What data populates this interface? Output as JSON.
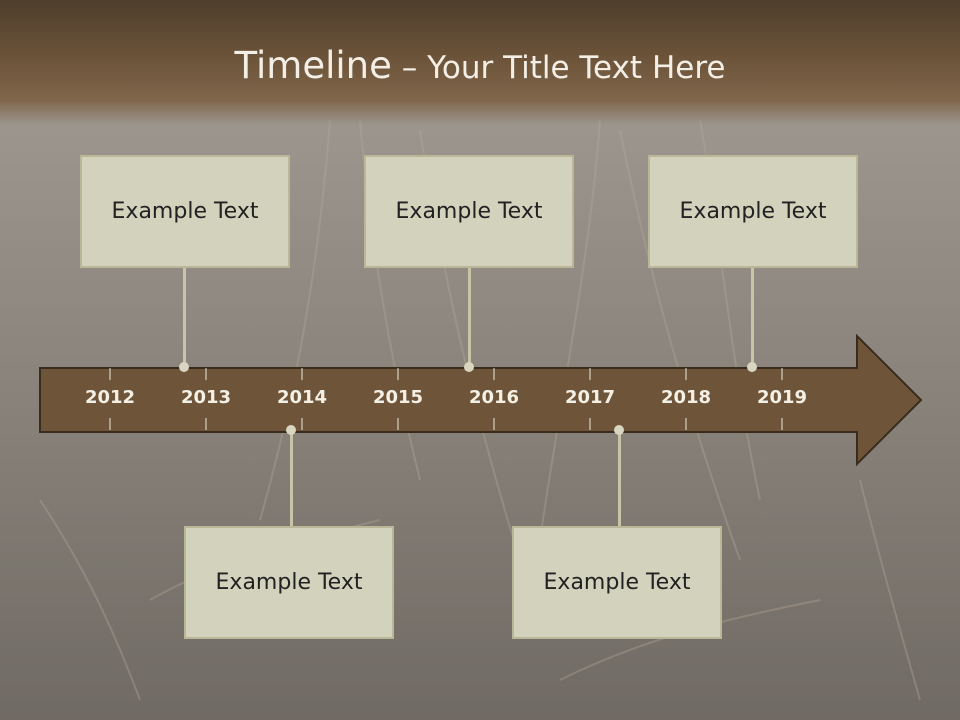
{
  "title": {
    "lead": "Timeline",
    "rest": " – Your Title Text Here"
  },
  "years": [
    "2012",
    "2013",
    "2014",
    "2015",
    "2016",
    "2017",
    "2018",
    "2019"
  ],
  "boxes": {
    "top_left": "Example Text",
    "top_center": "Example Text",
    "top_right": "Example Text",
    "bottom_left": "Example Text",
    "bottom_right": "Example Text"
  },
  "colors": {
    "arrow": "#6e553a",
    "box": "#d3d2bd",
    "header": "#6b5339"
  }
}
